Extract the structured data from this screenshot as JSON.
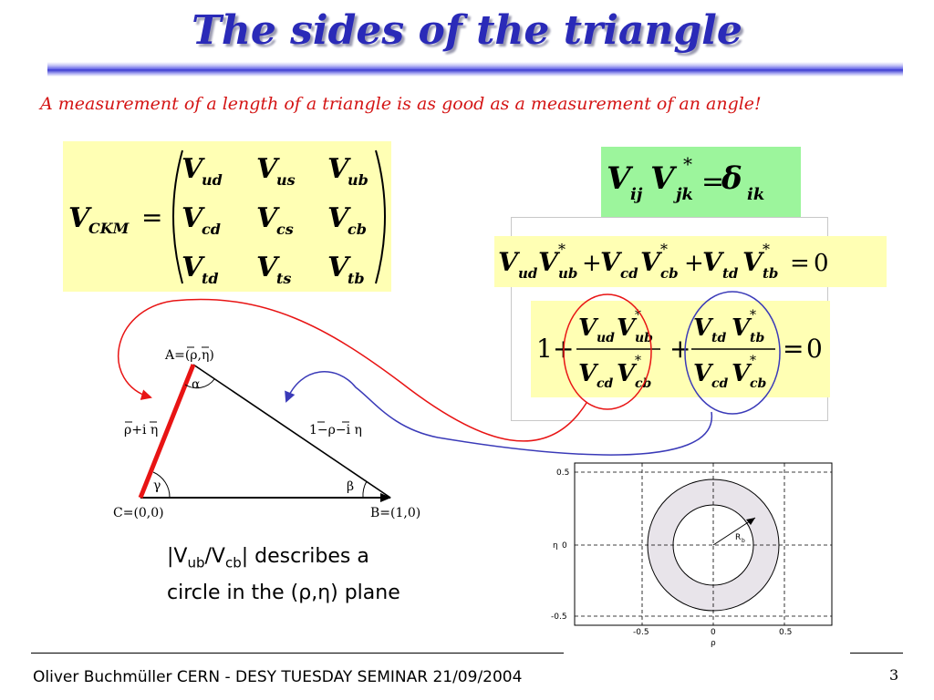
{
  "title": "The sides of the  triangle",
  "subtitle": "A measurement of a length of a triangle is as good as a measurement of an angle!",
  "ckm": {
    "lhs": "V",
    "lhs_sub": "CKM",
    "equals": "=",
    "elements": [
      {
        "base": "V",
        "sub": "ud"
      },
      {
        "base": "V",
        "sub": "us"
      },
      {
        "base": "V",
        "sub": "ub"
      },
      {
        "base": "V",
        "sub": "cd"
      },
      {
        "base": "V",
        "sub": "cs"
      },
      {
        "base": "V",
        "sub": "cb"
      },
      {
        "base": "V",
        "sub": "td"
      },
      {
        "base": "V",
        "sub": "ts"
      },
      {
        "base": "V",
        "sub": "tb"
      }
    ]
  },
  "unitarity": {
    "v": "V",
    "ij": "ij",
    "jk": "jk",
    "star": "*",
    "equals": "=",
    "delta": "δ",
    "ik": "ik"
  },
  "sum_eq": {
    "ud": "ud",
    "ub": "ub",
    "cd": "cd",
    "cb": "cb",
    "td": "td",
    "tb": "tb",
    "plus": "+",
    "star": "*",
    "equals": "=",
    "zero": "0",
    "v": "V"
  },
  "ratio_eq": {
    "one": "1",
    "plus": "+",
    "equals": "=",
    "zero": "0"
  },
  "triangle": {
    "vertex_a": "A=(ρ,η)",
    "vertex_b": "B=(1,0)",
    "vertex_c": "C=(0,0)",
    "alpha": "α",
    "beta": "β",
    "gamma": "γ",
    "side_left": "ρ+i η",
    "side_right": "1−ρ−i η"
  },
  "circle_plot": {
    "y_ticks": [
      "0.5",
      "0",
      "-0.5"
    ],
    "x_ticks": [
      "-0.5",
      "0",
      "0.5"
    ],
    "x_label": "ρ",
    "y_label": "η",
    "radius_label": "R",
    "radius_sub": "b"
  },
  "circle_caption": {
    "line1_pre": "|V",
    "line1_sub1": "ub",
    "line1_mid": "/V",
    "line1_sub2": "cb",
    "line1_post": "| describes a",
    "line2": "circle in the (ρ,η) plane"
  },
  "footer": {
    "text": "Oliver Buchmüller CERN - DESY TUESDAY SEMINAR 21/09/2004",
    "page_number": "3"
  },
  "colors": {
    "title": "#2a2ab8",
    "subtitle": "#d41414",
    "yellow_box": "#ffffb4",
    "green_box": "#9cf59c",
    "red_curve": "#e81414",
    "blue_curve": "#3a3ab8",
    "red_side": "#e81414"
  }
}
